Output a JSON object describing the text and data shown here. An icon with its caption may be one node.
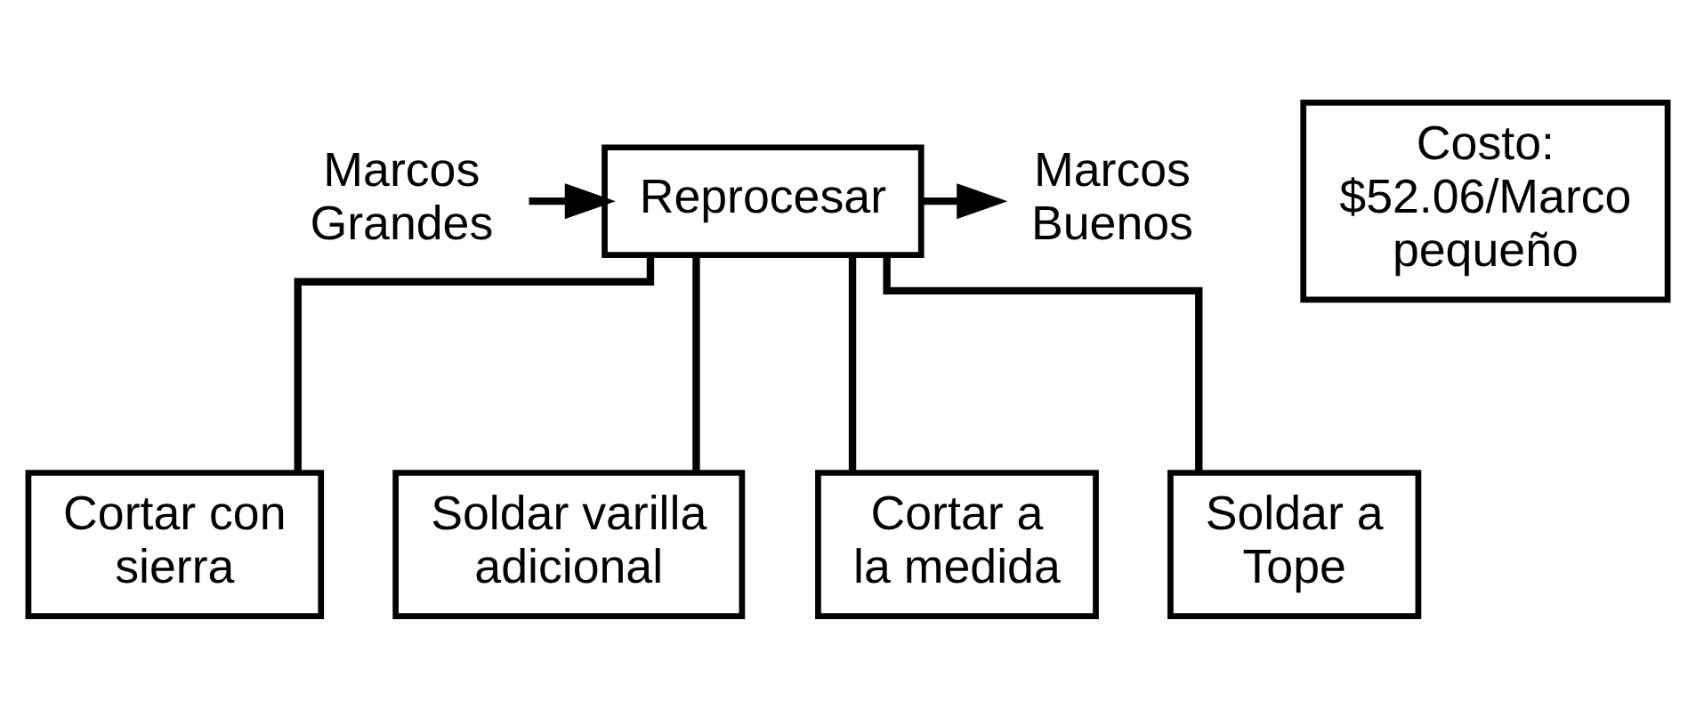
{
  "diagram": {
    "nodes": [
      {
        "text": [
          "Marcos Grandes"
        ]
      },
      {
        "text": [
          "Reprocesar"
        ]
      },
      {
        "text": [
          "Marcos Buenos"
        ]
      },
      {
        "text": [
          "Costo: $52.06/Marco pequeño"
        ]
      },
      {
        "text": [
          "Cortar con sierra"
        ]
      },
      {
        "text": [
          "Soldar varilla adicional"
        ]
      },
      {
        "text": [
          "Cortar a la medida"
        ]
      },
      {
        "text": [
          "Soldar a Tope"
        ]
      }
    ],
    "edges": [
      {
        "from": 0,
        "to": 1,
        "arrow": "to"
      },
      {
        "from": 1,
        "to": 2,
        "arrow": "to"
      },
      {
        "from": 1,
        "to": 4,
        "arrow": "none"
      },
      {
        "from": 1,
        "to": 5,
        "arrow": "none"
      },
      {
        "from": 1,
        "to": 6,
        "arrow": "none"
      },
      {
        "from": 1,
        "to": 7,
        "arrow": "none"
      }
    ]
  }
}
